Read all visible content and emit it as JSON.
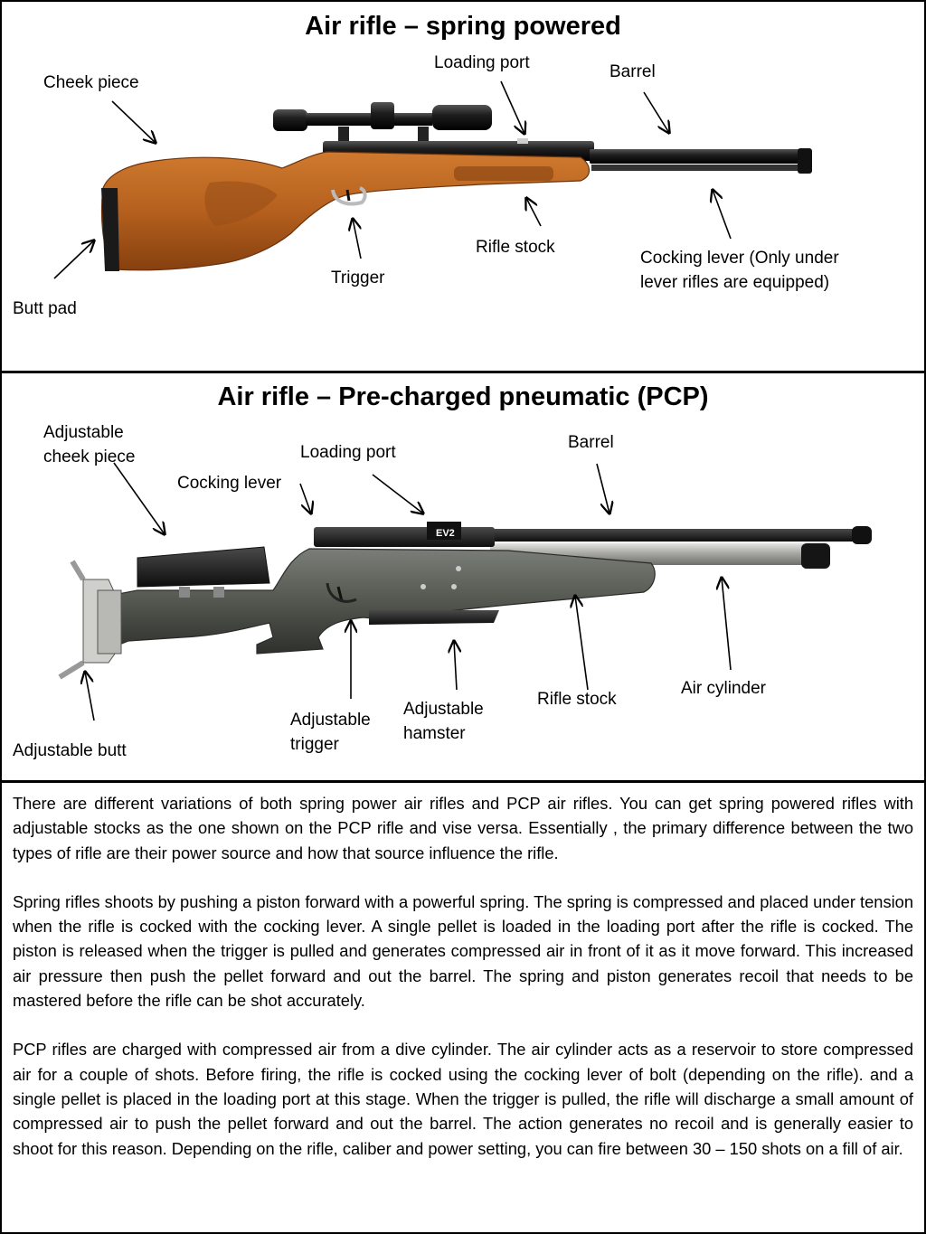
{
  "spring": {
    "title": "Air rifle – spring powered",
    "labels": {
      "cheek_piece": "Cheek piece",
      "loading_port": "Loading port",
      "barrel": "Barrel",
      "rifle_stock": "Rifle stock",
      "cocking_lever_1": "Cocking lever (Only under",
      "cocking_lever_2": "lever rifles are equipped)",
      "trigger": "Trigger",
      "butt_pad": "Butt pad"
    }
  },
  "pcp": {
    "title": "Air rifle – Pre-charged pneumatic (PCP)",
    "labels": {
      "adj_cheek_1": "Adjustable",
      "adj_cheek_2": "cheek piece",
      "cocking_lever": "Cocking lever",
      "loading_port": "Loading port",
      "barrel": "Barrel",
      "adj_trigger_1": "Adjustable",
      "adj_trigger_2": "trigger",
      "adj_hamster_1": "Adjustable",
      "adj_hamster_2": "hamster",
      "rifle_stock": "Rifle stock",
      "air_cylinder": "Air cylinder",
      "adj_butt": "Adjustable butt",
      "ev2_mark": "EV2"
    }
  },
  "description": {
    "p1": "There are different variations of both spring power air rifles and PCP air rifles.  You can get spring powered rifles with adjustable stocks as the one shown on the PCP rifle and vise versa.  Essentially , the primary difference between the two types of rifle are their power source and how that source influence the rifle.",
    "p2": "Spring rifles shoots by pushing a piston forward with a powerful spring.  The spring is compressed and placed under tension when the rifle is cocked with the cocking lever. A single pellet is loaded in the loading port after the rifle is cocked.  The piston is released when the trigger is pulled and generates compressed air in front of it as it move forward. This increased air pressure then push the pellet forward and out the barrel. The spring and piston generates recoil that needs to be mastered before the rifle can be shot accurately.",
    "p3": "PCP rifles are charged with compressed air from a dive cylinder.  The air cylinder acts as a reservoir to store compressed air for a couple of shots.  Before firing, the rifle is cocked using the cocking lever of bolt (depending on the rifle). and a single pellet is placed in the loading port at this stage. When the trigger is pulled, the rifle will discharge a small amount of compressed air to push the pellet forward and out the barrel.  The action generates no recoil and is generally easier to shoot for this reason.  Depending on the rifle, caliber and power setting, you can fire between 30 – 150 shots on a fill of air."
  },
  "colors": {
    "wood": "#b5601e",
    "wood_dark": "#7a3a10",
    "metal": "#1e1e1e",
    "laminate": "#5a5e58",
    "cylinder": "#a8a8a4"
  }
}
